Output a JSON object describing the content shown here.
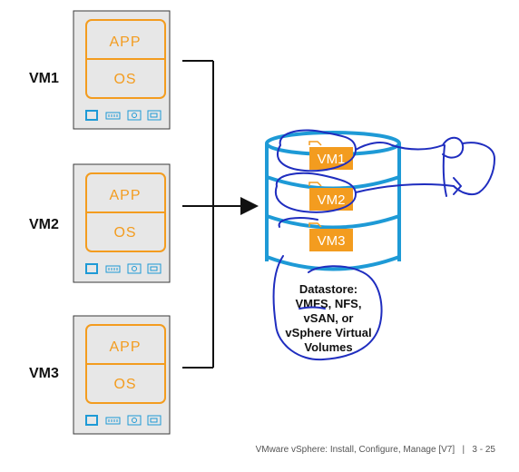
{
  "vms": [
    {
      "label": "VM1",
      "app": "APP",
      "os": "OS"
    },
    {
      "label": "VM2",
      "app": "APP",
      "os": "OS"
    },
    {
      "label": "VM3",
      "app": "APP",
      "os": "OS"
    }
  ],
  "datastore": {
    "vm_tags": [
      "VM1",
      "VM2",
      "VM3"
    ],
    "caption_lines": [
      "Datastore:",
      "VMFS, NFS,",
      "vSAN, or",
      "vSphere Virtual",
      "Volumes"
    ]
  },
  "footer": {
    "title": "VMware vSphere: Install, Configure, Manage [V7]",
    "separator": "|",
    "page": "3 - 25"
  },
  "icons": [
    "monitor-icon",
    "memory-icon",
    "nic-icon",
    "disk-icon"
  ],
  "colors": {
    "orange": "#f39c1f",
    "blue": "#1e9ad6",
    "ink": "#1f2dbf",
    "frame": "#3a3a3a",
    "panel": "#e7e7e7"
  }
}
